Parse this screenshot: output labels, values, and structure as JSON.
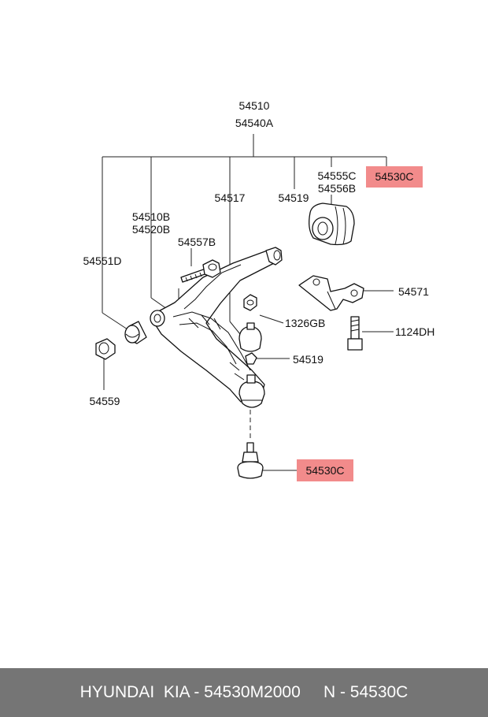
{
  "labels": {
    "assy_1": "54510",
    "assy_2": "54540A",
    "bushing_c": "54555C",
    "bushing_b": "54556B",
    "ball_joint_top": "54530C",
    "ball_joint_bottom": "54530C",
    "arm_517": "54517",
    "bolt_519_top": "54519",
    "arm_510b": "54510B",
    "arm_520b": "54520B",
    "bolt_557b": "54557B",
    "bushing_551d": "54551D",
    "bracket_571": "54571",
    "nut_1326": "1326GB",
    "bolt_1124": "1124DH",
    "nut_519": "54519",
    "washer_559": "54559"
  },
  "colors": {
    "highlight": "#f28b8b",
    "footer_bg": "#757575"
  },
  "footer": {
    "text": "HYUNDAI  KIA - 54530M2000     N - 54530C"
  }
}
